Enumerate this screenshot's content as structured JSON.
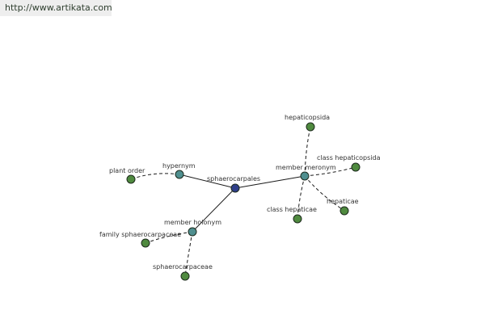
{
  "header": {
    "url_text": "http://www.artikata.com"
  },
  "colors": {
    "center_node": "#2f3f8a",
    "relation_node": "#4f8f8f",
    "term_node": "#4f8a3f"
  },
  "graph": {
    "center": {
      "label": "sphaerocarpales",
      "kind": "center"
    },
    "relations": [
      {
        "label": "hypernym",
        "terms": [
          "plant order"
        ]
      },
      {
        "label": "member meronym",
        "terms": [
          "hepaticopsida",
          "class hepaticopsida",
          "hepaticae",
          "class hepaticae"
        ]
      },
      {
        "label": "member holonym",
        "terms": [
          "family sphaerocarpaceae",
          "sphaerocarpaceae"
        ]
      }
    ]
  }
}
